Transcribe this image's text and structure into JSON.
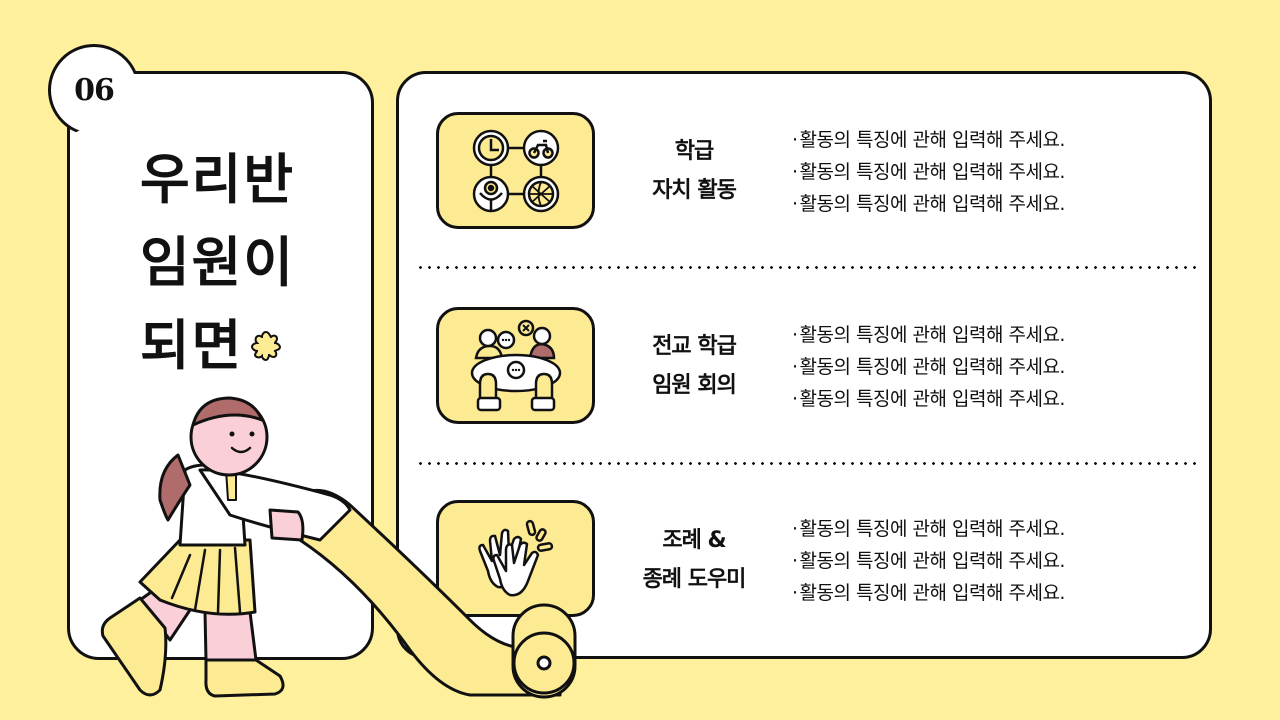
{
  "slide": {
    "number": "06",
    "title_lines": [
      "우리반",
      "임원이",
      "되면"
    ],
    "colors": {
      "background": "#FEF09C",
      "accent_yellow": "#FDEB94",
      "pink": "#FBCFD8",
      "hair_brown": "#B06B6B",
      "outline": "#111111"
    }
  },
  "sections": [
    {
      "icon": "activities-grid-icon",
      "title_lines": [
        "학급",
        "자치 활동"
      ],
      "bullets": [
        "활동의 특징에 관해 입력해 주세요.",
        "활동의 특징에 관해 입력해 주세요.",
        "활동의 특징에 관해 입력해 주세요."
      ]
    },
    {
      "icon": "meeting-table-icon",
      "title_lines": [
        "전교 학급",
        "임원 회의"
      ],
      "bullets": [
        "활동의 특징에 관해 입력해 주세요.",
        "활동의 특징에 관해 입력해 주세요.",
        "활동의 특징에 관해 입력해 주세요."
      ]
    },
    {
      "icon": "clapping-hands-icon",
      "title_lines": [
        "조례 &",
        "종례 도우미"
      ],
      "bullets": [
        "활동의 특징에 관해 입력해 주세요.",
        "활동의 특징에 관해 입력해 주세요.",
        "활동의 특징에 관해 입력해 주세요."
      ]
    }
  ]
}
